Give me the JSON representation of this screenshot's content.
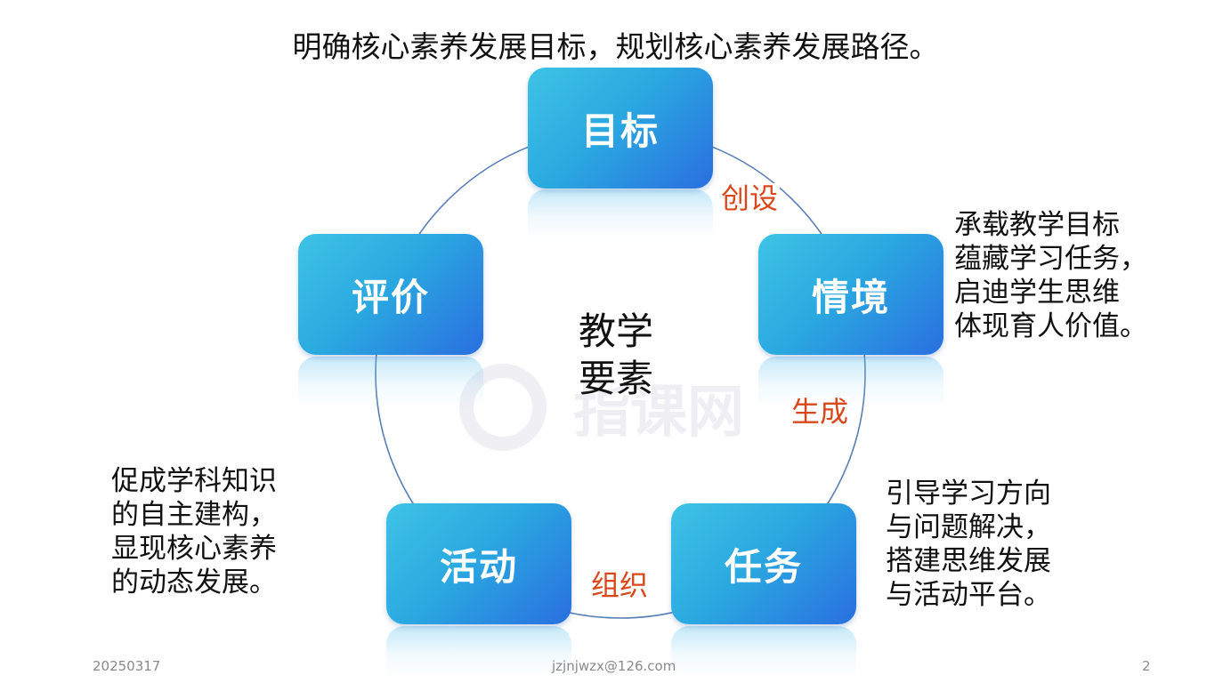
{
  "slide": {
    "headline": "明确核心素养发展目标，规划核心素养发展路径。",
    "center_label_lines": [
      "教学",
      "要素"
    ],
    "nodes": {
      "goal": "目标",
      "context": "情境",
      "task": "任务",
      "activity": "活动",
      "evaluation": "评价"
    },
    "edge_labels": {
      "goal_to_context": "创设",
      "context_to_task": "生成",
      "task_to_activity": "组织"
    },
    "descriptions": {
      "context": [
        "承载教学目标",
        "蕴藏学习任务，",
        "启迪学生思维",
        "体现育人价值。"
      ],
      "task": [
        "引导学习方向",
        "与问题解决，",
        "搭建思维发展",
        "与活动平台。"
      ],
      "activity": [
        "促成学科知识",
        "的自主建构，",
        "显现核心素养",
        "的动态发展。"
      ]
    },
    "watermark_text": "指课网",
    "footer": {
      "date": "20250317",
      "email": "jzjnjwzx@126.com",
      "page_number": "2"
    }
  },
  "colors": {
    "node_gradient_start": "#3fc3e6",
    "node_gradient_end": "#2a6fe0",
    "edge_label": "#d9481c",
    "ring_stroke": "#5a7fb5"
  }
}
